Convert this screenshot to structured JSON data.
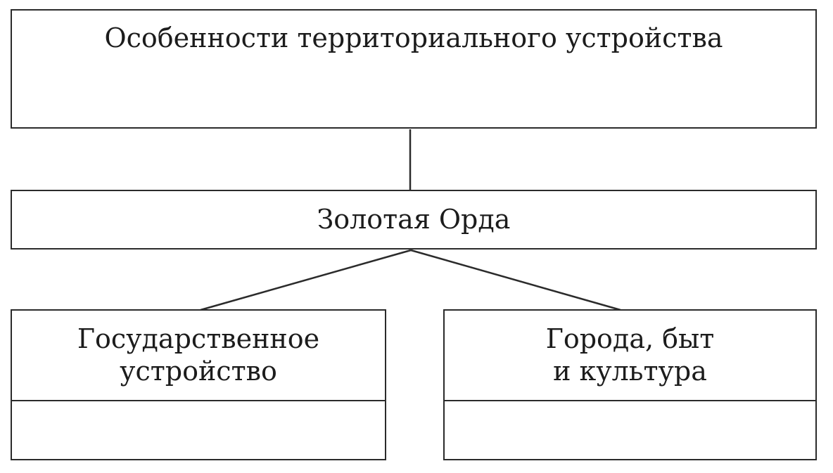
{
  "diagram": {
    "title_node": {
      "label": "Особенности территориального устройства"
    },
    "center_node": {
      "label": "Золотая Орда"
    },
    "child_nodes": [
      {
        "label_line1": "Государственное",
        "label_line2": "устройство"
      },
      {
        "label_line1": "Города, быт",
        "label_line2": "и культура"
      }
    ],
    "colors": {
      "border": "#2b2b2b",
      "text": "#1c1c1c",
      "background": "#ffffff"
    }
  }
}
